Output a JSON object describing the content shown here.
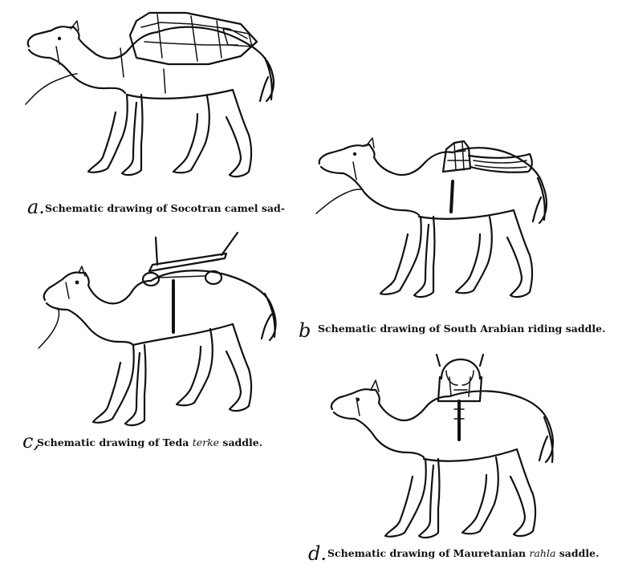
{
  "figures": [
    {
      "id": "a",
      "letter": "a.",
      "caption": "Schematic drawing of Socotran camel sad-",
      "caption_parts": [
        "Schematic drawing of Socotran camel sad-"
      ]
    },
    {
      "id": "b",
      "letter": "b",
      "caption": "Schematic drawing of South Arabian riding saddle.",
      "caption_parts": [
        "Schematic drawing of South Arabian riding saddle."
      ]
    },
    {
      "id": "c",
      "letter": "c,",
      "caption": "Schematic drawing of Teda terke saddle.",
      "caption_parts": [
        "Schematic drawing of Teda ",
        "terke",
        " saddle."
      ]
    },
    {
      "id": "d",
      "letter": "d.",
      "caption": "Schematic drawing of Mauretanian rahla saddle.",
      "caption_parts": [
        "Schematic drawing of Mauretanian ",
        "rahla",
        " saddle."
      ]
    }
  ]
}
